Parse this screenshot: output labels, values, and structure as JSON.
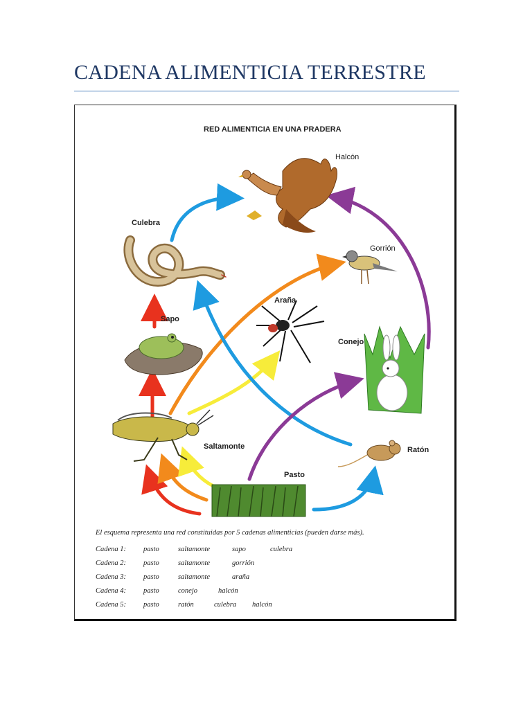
{
  "page": {
    "title": "CADENA ALIMENTICIA TERRESTRE"
  },
  "diagram": {
    "title": "RED ALIMENTICIA EN  UNA PRADERA",
    "nodes": {
      "halcon": "Halcón",
      "culebra": "Culebra",
      "gorrion": "Gorrión",
      "arana": "Araña",
      "sapo": "Sapo",
      "conejo": "Conejo",
      "saltamonte": "Saltamonte",
      "raton": "Ratón",
      "pasto": "Pasto"
    },
    "colors": {
      "blue": "#1e9be0",
      "purple": "#8b3a96",
      "red": "#e8321e",
      "orange": "#f28a1c",
      "yellow": "#f7ec3a"
    }
  },
  "caption": {
    "intro": "El esquema representa una red constituidas por 5 cadenas alimenticias (pueden darse más).",
    "chains": [
      {
        "label": "Cadena 1:",
        "steps": [
          "pasto",
          "saltamonte",
          "sapo",
          "culebra"
        ]
      },
      {
        "label": "Cadena 2:",
        "steps": [
          "pasto",
          "saltamonte",
          "gorrión"
        ]
      },
      {
        "label": "Cadena 3:",
        "steps": [
          "pasto",
          "saltamonte",
          "araña"
        ]
      },
      {
        "label": "Cadena 4:",
        "steps": [
          "pasto",
          "conejo",
          "halcón"
        ]
      },
      {
        "label": "Cadena 5:",
        "steps": [
          "pasto",
          "ratón",
          "culebra",
          "halcón"
        ]
      }
    ]
  }
}
